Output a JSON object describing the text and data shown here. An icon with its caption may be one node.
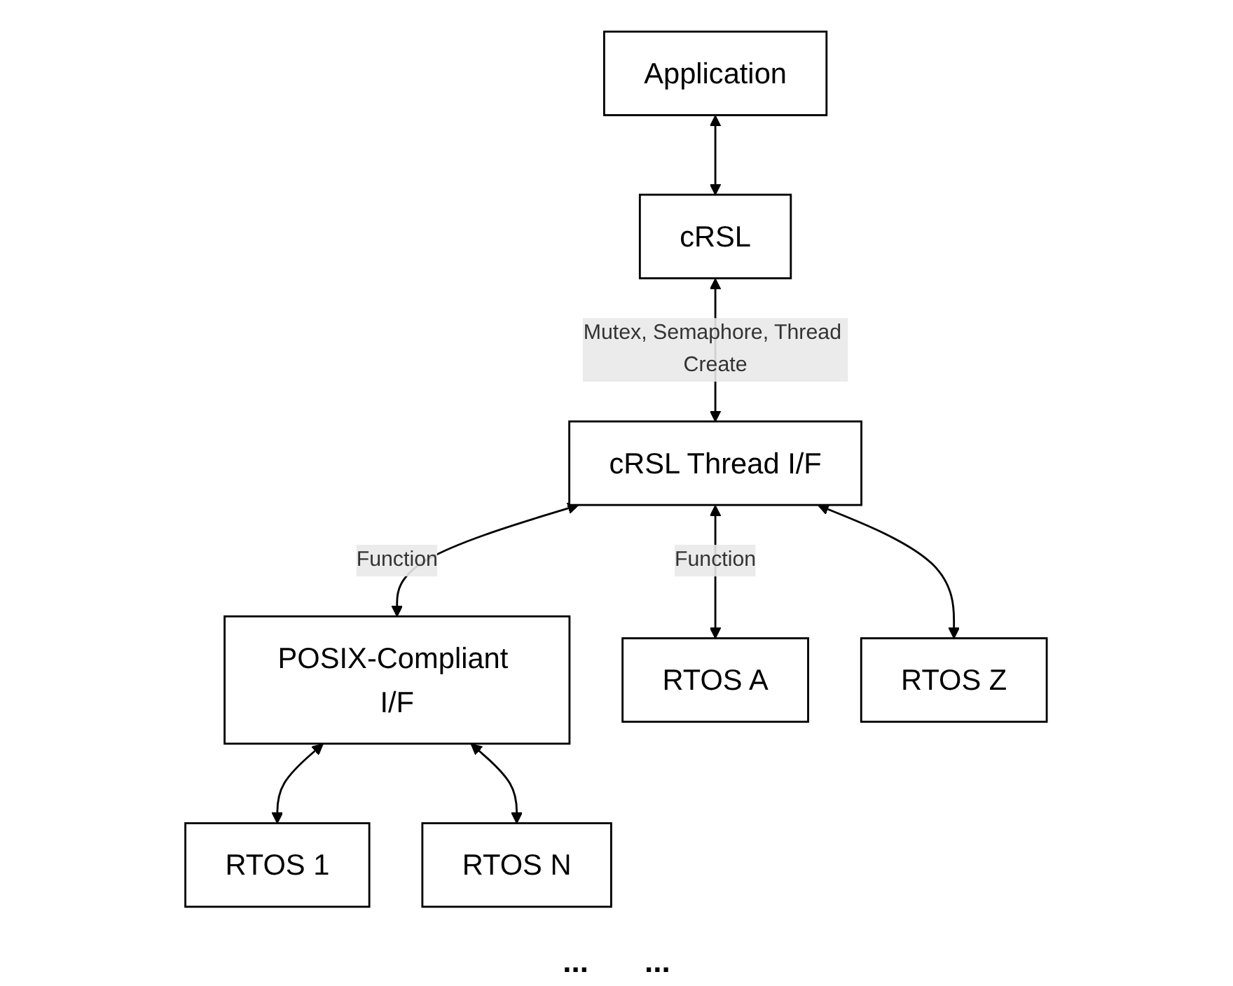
{
  "diagram": {
    "nodes": [
      {
        "text": [
          "Application"
        ]
      },
      {
        "text": [
          "cRSL"
        ]
      },
      {
        "text": [
          "cRSL Thread I/F"
        ]
      },
      {
        "text": [
          "POSIX-Compliant I/F"
        ]
      },
      {
        "text": [
          "RTOS 1"
        ]
      },
      {
        "text": [
          "RTOS N"
        ]
      },
      {
        "text": [
          "RTOS A"
        ]
      },
      {
        "text": [
          "RTOS Z"
        ]
      }
    ],
    "edges": [
      {
        "from": 0,
        "to": 1,
        "arrow": "both"
      },
      {
        "from": 1,
        "to": 2,
        "arrow": "both",
        "label": "Mutex, Semaphore, Thread Create"
      },
      {
        "from": 2,
        "to": 3,
        "arrow": "both",
        "label": "Function"
      },
      {
        "from": 2,
        "to": 6,
        "arrow": "both",
        "label": "Function"
      },
      {
        "from": 2,
        "to": 7,
        "arrow": "both"
      },
      {
        "from": 3,
        "to": 4,
        "arrow": "both"
      },
      {
        "from": 3,
        "to": 5,
        "arrow": "both"
      }
    ],
    "labels": [
      "...",
      "..."
    ]
  }
}
